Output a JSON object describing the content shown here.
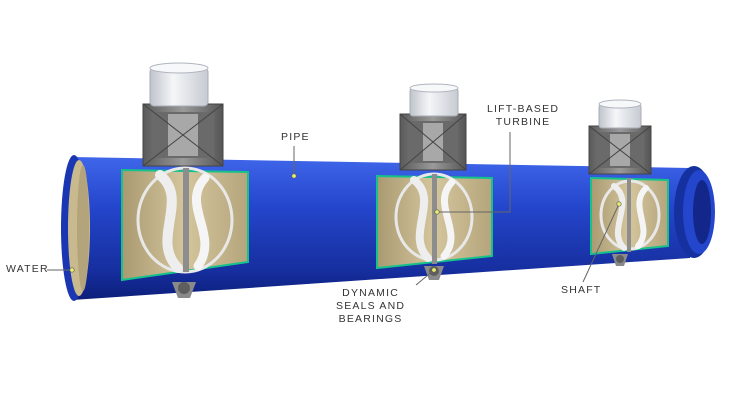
{
  "labels": {
    "water": "WATER",
    "pipe": "PIPE",
    "turbine": "LIFT-BASED\nTURBINE",
    "seals": "DYNAMIC\nSEALS AND\nBEARINGS",
    "shaft": "SHAFT"
  },
  "colors": {
    "pipe_blue": "#1f3fc4",
    "pipe_dark": "#0e2386",
    "pipe_light": "#3a62e6",
    "interior": "#c9b98e",
    "seam_green": "#16c28a",
    "metal": "#7c7c7c",
    "generator": "#e6e9ee",
    "callout_dot": "#e8f06a",
    "callout_line": "#666666"
  }
}
